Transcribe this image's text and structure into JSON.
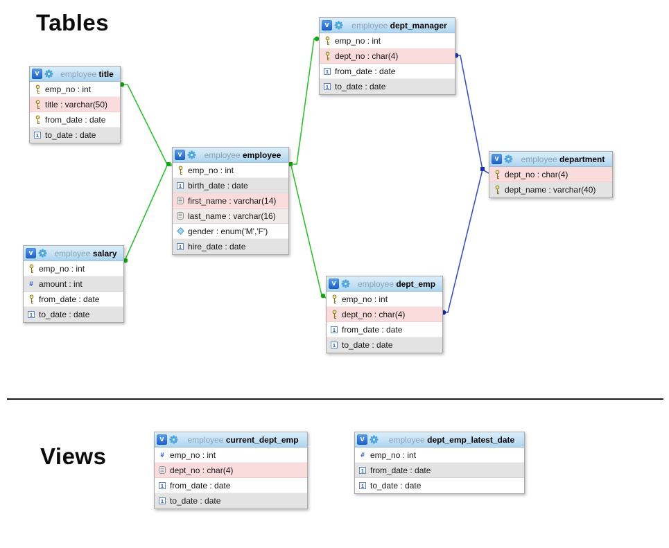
{
  "page": {
    "tables_heading": "Tables",
    "views_heading": "Views"
  },
  "header_toggle_label": "v",
  "colors": {
    "relation_green": "#2fbe2f",
    "relation_green_dark": "#17a817",
    "relation_blue": "#3a50c2",
    "relation_blue_dark": "#1b2fae",
    "header_blue_top": "#daeefb",
    "header_blue_bottom": "#abd4ef",
    "toggle_blue": "#1a5ec9",
    "row_alt_gray": "#e3e3e3",
    "row_highlight_pink": "#fbdcdc",
    "row_highlight_soft_pink": "#f1eaea"
  },
  "tables": [
    {
      "id": "title",
      "schema": "employee",
      "name": "title",
      "columns": [
        {
          "text": "emp_no : int",
          "icon": "key-icon",
          "bg": "plain"
        },
        {
          "text": "title : varchar(50)",
          "icon": "key-icon",
          "bg": "highlight"
        },
        {
          "text": "from_date : date",
          "icon": "key-icon",
          "bg": "plain"
        },
        {
          "text": "to_date : date",
          "icon": "date-icon",
          "bg": "alt"
        }
      ]
    },
    {
      "id": "employee",
      "schema": "employee",
      "name": "employee",
      "columns": [
        {
          "text": "emp_no : int",
          "icon": "key-icon",
          "bg": "plain"
        },
        {
          "text": "birth_date : date",
          "icon": "date-icon",
          "bg": "alt"
        },
        {
          "text": "first_name : varchar(14)",
          "icon": "text-icon",
          "bg": "highlight"
        },
        {
          "text": "last_name : varchar(16)",
          "icon": "text-icon",
          "bg": "highlight_soft"
        },
        {
          "text": "gender : enum('M','F')",
          "icon": "enum-icon",
          "bg": "plain"
        },
        {
          "text": "hire_date : date",
          "icon": "date-icon",
          "bg": "alt"
        }
      ]
    },
    {
      "id": "salary",
      "schema": "employee",
      "name": "salary",
      "columns": [
        {
          "text": "emp_no : int",
          "icon": "key-icon",
          "bg": "plain"
        },
        {
          "text": "amount : int",
          "icon": "int-icon",
          "bg": "alt"
        },
        {
          "text": "from_date : date",
          "icon": "key-icon",
          "bg": "plain"
        },
        {
          "text": "to_date : date",
          "icon": "date-icon",
          "bg": "alt"
        }
      ]
    },
    {
      "id": "dept_manager",
      "schema": "employee",
      "name": "dept_manager",
      "columns": [
        {
          "text": "emp_no : int",
          "icon": "key-icon",
          "bg": "plain"
        },
        {
          "text": "dept_no : char(4)",
          "icon": "key-icon",
          "bg": "highlight"
        },
        {
          "text": "from_date : date",
          "icon": "date-icon",
          "bg": "plain"
        },
        {
          "text": "to_date : date",
          "icon": "date-icon",
          "bg": "alt"
        }
      ]
    },
    {
      "id": "dept_emp",
      "schema": "employee",
      "name": "dept_emp",
      "columns": [
        {
          "text": "emp_no : int",
          "icon": "key-icon",
          "bg": "plain"
        },
        {
          "text": "dept_no : char(4)",
          "icon": "key-icon",
          "bg": "highlight"
        },
        {
          "text": "from_date : date",
          "icon": "date-icon",
          "bg": "plain"
        },
        {
          "text": "to_date : date",
          "icon": "date-icon",
          "bg": "alt"
        }
      ]
    },
    {
      "id": "department",
      "schema": "employee",
      "name": "department",
      "columns": [
        {
          "text": "dept_no : char(4)",
          "icon": "key-icon",
          "bg": "highlight"
        },
        {
          "text": "dept_name : varchar(40)",
          "icon": "key-icon",
          "bg": "alt"
        }
      ]
    }
  ],
  "views": [
    {
      "id": "current_dept_emp",
      "schema": "employee",
      "name": "current_dept_emp",
      "columns": [
        {
          "text": "emp_no : int",
          "icon": "int-icon",
          "bg": "plain"
        },
        {
          "text": "dept_no : char(4)",
          "icon": "text-icon",
          "bg": "highlight"
        },
        {
          "text": "from_date : date",
          "icon": "date-icon",
          "bg": "plain"
        },
        {
          "text": "to_date : date",
          "icon": "date-icon",
          "bg": "alt"
        }
      ]
    },
    {
      "id": "dept_emp_latest_date",
      "schema": "employee",
      "name": "dept_emp_latest_date",
      "columns": [
        {
          "text": "emp_no : int",
          "icon": "int-icon",
          "bg": "plain"
        },
        {
          "text": "from_date : date",
          "icon": "date-icon",
          "bg": "alt"
        },
        {
          "text": "to_date : date",
          "icon": "date-icon",
          "bg": "plain"
        }
      ]
    }
  ],
  "connections": [
    {
      "from": "title",
      "to": "employee",
      "color": "green"
    },
    {
      "from": "salary",
      "to": "employee",
      "color": "green"
    },
    {
      "from": "employee",
      "to": "dept_manager",
      "color": "green"
    },
    {
      "from": "employee",
      "to": "dept_emp",
      "color": "green"
    },
    {
      "from": "dept_manager",
      "to": "department",
      "color": "blue"
    },
    {
      "from": "dept_emp",
      "to": "department",
      "color": "blue"
    }
  ]
}
